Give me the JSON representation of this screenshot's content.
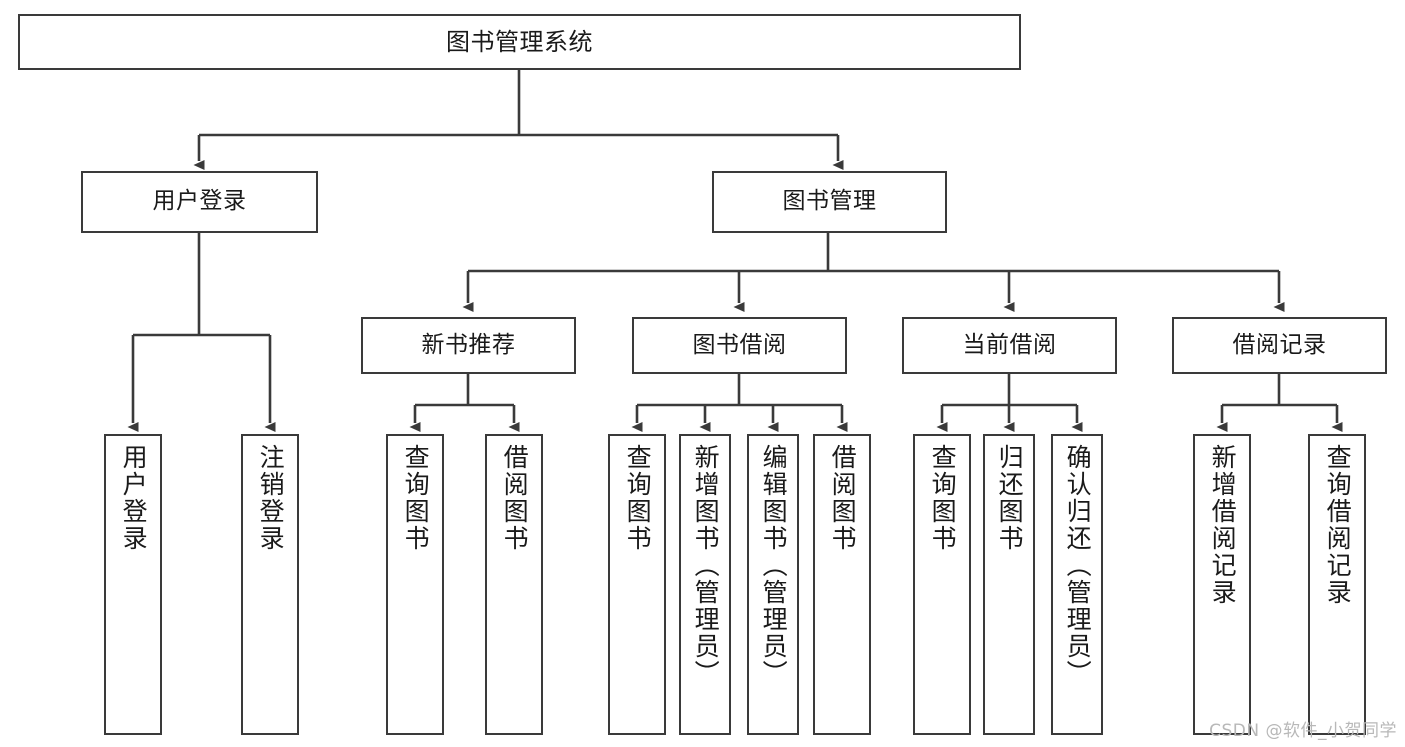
{
  "diagram": {
    "title": "图书管理系统",
    "watermark": "CSDN @软件_小贺同学",
    "stroke_color": "#3a3a3a",
    "fill_color": "#ffffff",
    "text_color": "#1a1a1a",
    "watermark_color": "#b8b8b8"
  },
  "nodes": {
    "root": {
      "label": "图书管理系统"
    },
    "level2": [
      {
        "label": "用户登录"
      },
      {
        "label": "图书管理"
      }
    ],
    "level3": [
      {
        "label": "新书推荐"
      },
      {
        "label": "图书借阅"
      },
      {
        "label": "当前借阅"
      },
      {
        "label": "借阅记录"
      }
    ],
    "leaves": {
      "user_login": [
        {
          "label": "用户登录"
        },
        {
          "label": "注销登录"
        }
      ],
      "new_book_recommend": [
        {
          "label": "查询图书"
        },
        {
          "label": "借阅图书"
        }
      ],
      "book_borrow": [
        {
          "label": "查询图书"
        },
        {
          "label": "新增图书（管理员）"
        },
        {
          "label": "编辑图书（管理员）"
        },
        {
          "label": "借阅图书"
        }
      ],
      "current_borrow": [
        {
          "label": "查询图书"
        },
        {
          "label": "归还图书"
        },
        {
          "label": "确认归还（管理员）"
        }
      ],
      "borrow_record": [
        {
          "label": "新增借阅记录"
        },
        {
          "label": "查询借阅记录"
        }
      ]
    }
  }
}
